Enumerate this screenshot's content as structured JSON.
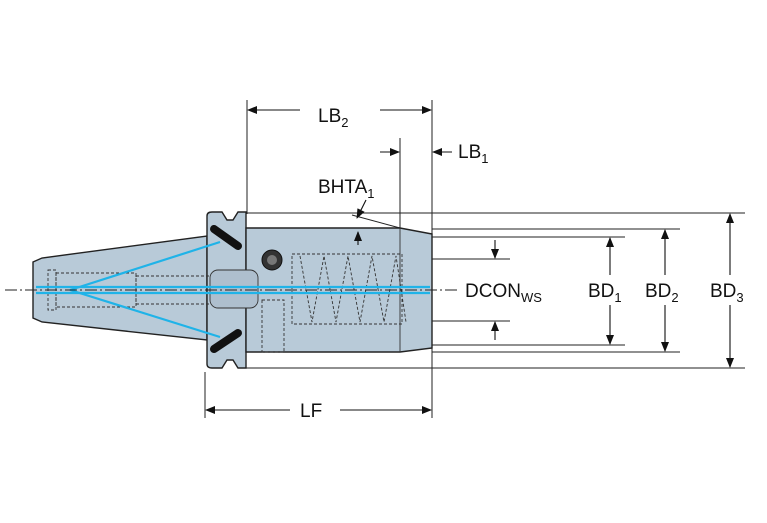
{
  "labels": {
    "lb2": {
      "main": "LB",
      "sub": "2"
    },
    "lb1": {
      "main": "LB",
      "sub": "1"
    },
    "bhta1": {
      "main": "BHTA",
      "sub": "1"
    },
    "dcon_ws": {
      "main": "DCON",
      "sub": "WS"
    },
    "bd1": {
      "main": "BD",
      "sub": "1"
    },
    "bd2": {
      "main": "BD",
      "sub": "2"
    },
    "bd3": {
      "main": "BD",
      "sub": "3"
    },
    "lf": {
      "main": "LF"
    }
  },
  "colors": {
    "body": "#b8cad8",
    "coolant": "#1fb3e8",
    "line": "#111111"
  }
}
